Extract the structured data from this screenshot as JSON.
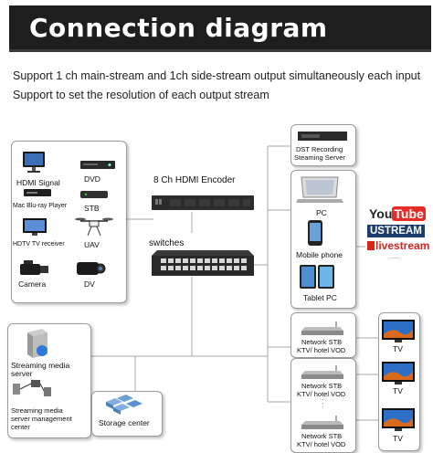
{
  "header": {
    "title": "Connection diagram",
    "line1": "Support 1 ch main-stream and 1ch side-stream output simultaneously each input",
    "line2": "Support to set the resolution of each output stream"
  },
  "sources": {
    "hdmi_signal": "HDMI Signal",
    "dvd": "DVD",
    "bluray": "Mac Blu-ray Player",
    "stb": "STB",
    "hdtv": "HDTV TV receiver",
    "uav": "UAV",
    "camera": "Camera",
    "dv": "DV"
  },
  "center": {
    "encoder": "8 Ch HDMI Encoder",
    "switches": "switches"
  },
  "right": {
    "dst_line1": "DST Recording",
    "dst_line2": "Steaming Server",
    "pc": "PC",
    "mobile": "Mobile phone",
    "tablet": "Tablet PC"
  },
  "services": {
    "youtube_you": "You",
    "youtube_tube": "Tube",
    "ustream": "USTREAM",
    "livestream": "livestream",
    "dots": "......"
  },
  "stb_group": [
    {
      "line1": "Network STB",
      "line2": "KTV/ hotel VOD"
    },
    {
      "line1": "Network STB",
      "line2": "KTV/ hotel VOD"
    },
    {
      "line1": "Network STB",
      "line2": "KTV/ hotel VOD"
    }
  ],
  "tvs": [
    "TV",
    "TV",
    "TV"
  ],
  "lower_left": {
    "streaming_line1": "Streaming media",
    "streaming_line2": "server",
    "mgmt_line1": "Streaming media",
    "mgmt_line2": "server management",
    "mgmt_line3": "center",
    "storage": "Storage center"
  },
  "colors": {
    "banner": "#1e1e1e",
    "youtube_red": "#e52d27",
    "ustream_blue": "#1b3d6e",
    "livestream_red": "#d9261c"
  }
}
